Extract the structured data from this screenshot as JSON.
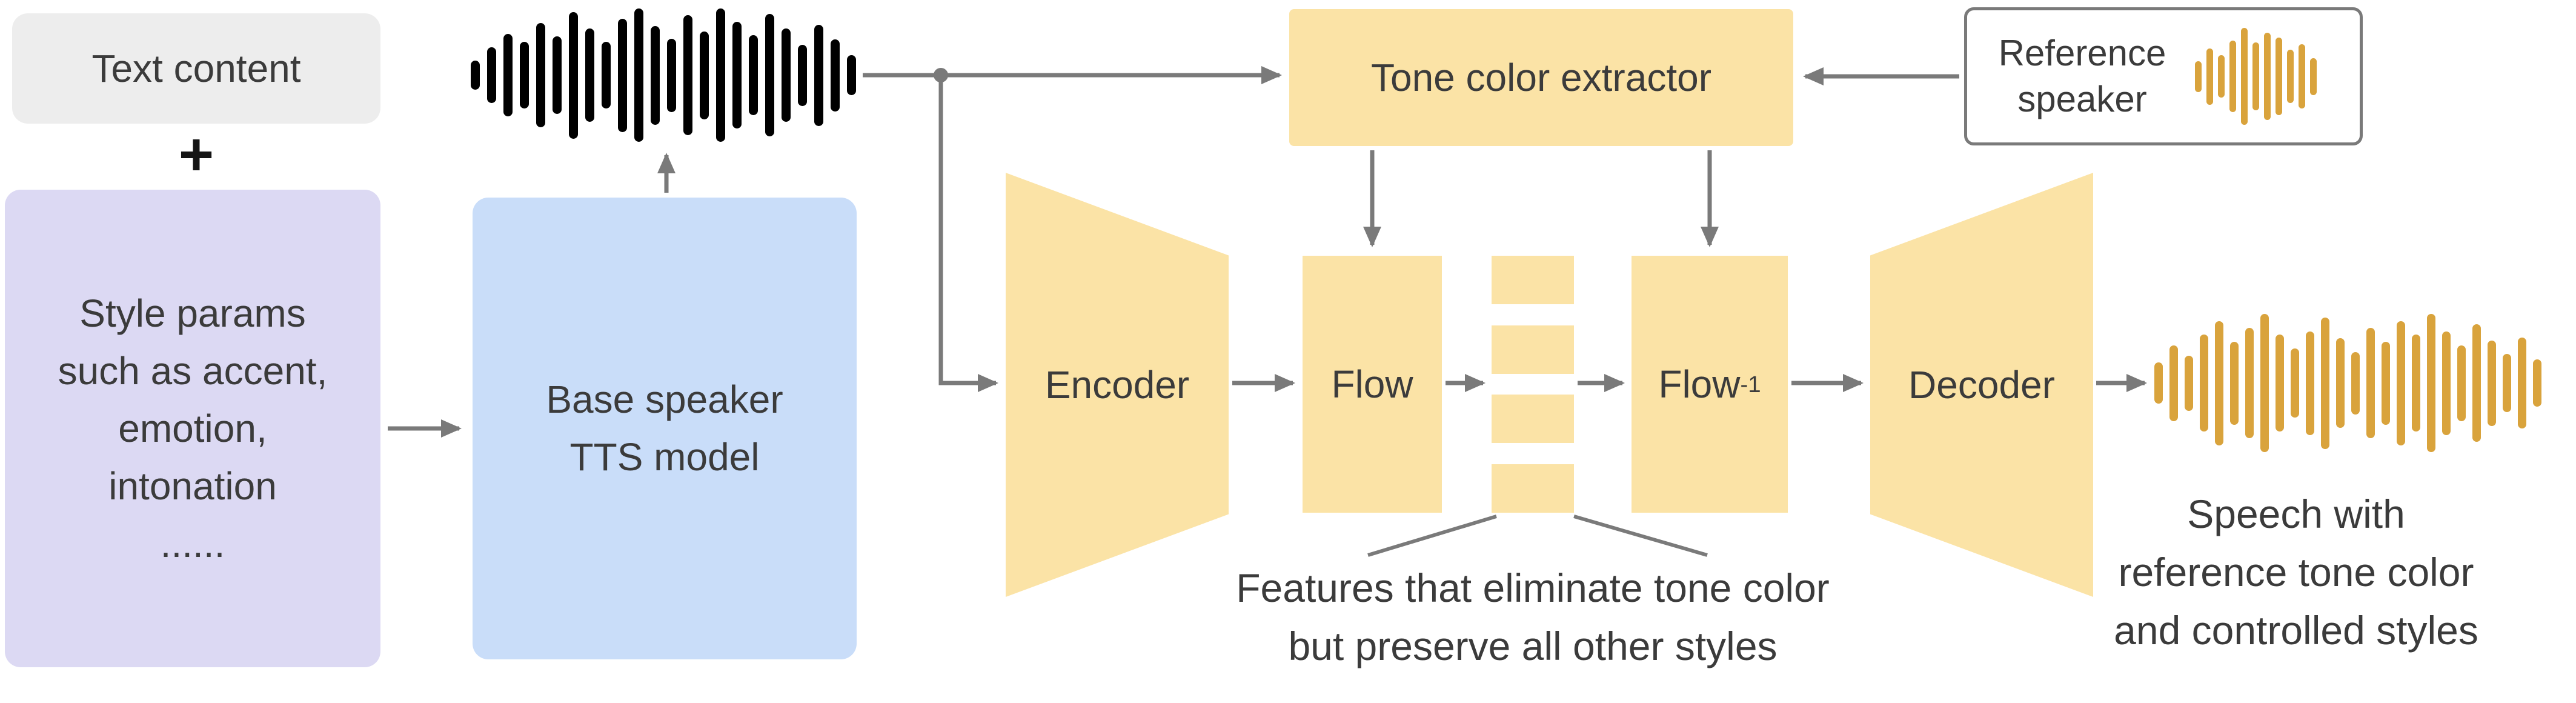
{
  "diagram": {
    "inputs": {
      "text_content": "Text content",
      "plus_sign": "+",
      "style_params_lines": [
        "Style params",
        "such as accent,",
        "emotion,",
        "intonation",
        "......"
      ]
    },
    "base_speaker": {
      "lines": [
        "Base speaker",
        "TTS model"
      ]
    },
    "tone_color_extractor": "Tone color extractor",
    "reference_speaker": {
      "lines": [
        "Reference",
        "speaker"
      ]
    },
    "pipeline": {
      "encoder": "Encoder",
      "flow": "Flow",
      "flow_inverse": {
        "base": "Flow",
        "sup": "-1"
      },
      "decoder": "Decoder"
    },
    "captions": {
      "features_lines": [
        "Features that eliminate tone color",
        "but preserve all other styles"
      ],
      "output_lines": [
        "Speech with",
        "reference tone color",
        "and controlled  styles"
      ]
    },
    "colors": {
      "gray_box": "#ededed",
      "lavender_box": "#dcd9f3",
      "blue_box": "#c9ddf9",
      "yellow_box": "#fbe3a6",
      "connector_gray": "#7a7a7a",
      "waveform_black": "#000000",
      "waveform_gold": "#d9a33c",
      "text": "#3b3b3b"
    },
    "waveforms": {
      "input": {
        "color": "#000000",
        "bars": [
          0.22,
          0.42,
          0.62,
          0.5,
          0.78,
          0.58,
          0.95,
          0.7,
          0.5,
          0.85,
          1.0,
          0.74,
          0.55,
          0.9,
          0.66,
          1.0,
          0.8,
          0.6,
          0.92,
          0.7,
          0.46,
          0.76,
          0.54,
          0.3
        ]
      },
      "reference": {
        "color": "#d9a33c",
        "bars": [
          0.32,
          0.58,
          0.44,
          0.74,
          1.0,
          0.7,
          0.9,
          0.8,
          0.55,
          0.66,
          0.38
        ]
      },
      "output": {
        "color": "#d9a33c",
        "bars": [
          0.3,
          0.55,
          0.4,
          0.7,
          0.9,
          0.6,
          0.8,
          1.0,
          0.7,
          0.5,
          0.75,
          0.95,
          0.65,
          0.45,
          0.8,
          0.6,
          0.9,
          0.7,
          1.0,
          0.75,
          0.55,
          0.85,
          0.62,
          0.42,
          0.66,
          0.34
        ]
      }
    }
  }
}
